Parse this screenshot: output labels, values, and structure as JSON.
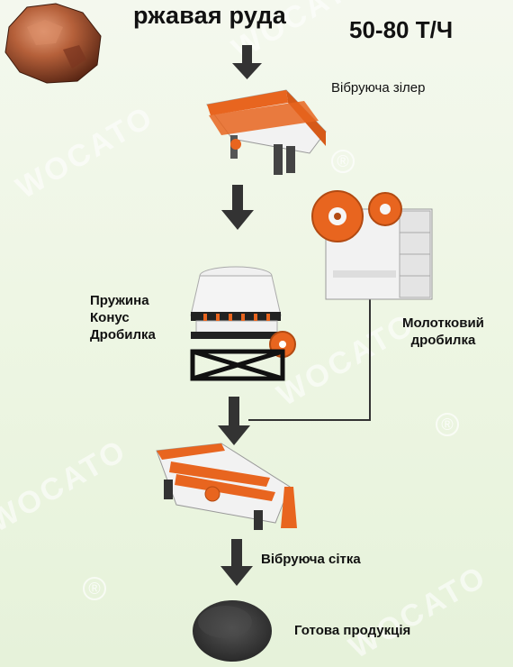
{
  "title": "ржавая руда",
  "capacity": "50-80 Т/Ч",
  "labels": {
    "feeder": "Вібруюча зілер",
    "jaw_line1": "Молотковий",
    "jaw_line2": "дробилка",
    "cone_line1": "Пружина",
    "cone_line2": "Конус",
    "cone_line3": "Дробилка",
    "screen": "Вібруюча сітка",
    "product": "Готова продукція"
  },
  "watermark": {
    "text": "WOCATO",
    "reg": "®"
  },
  "colors": {
    "accent_orange": "#e8651f",
    "machine_white": "#f2f2f2",
    "arrow": "#333333",
    "ore": "#9a4a2c",
    "product": "#3d3d3d"
  }
}
